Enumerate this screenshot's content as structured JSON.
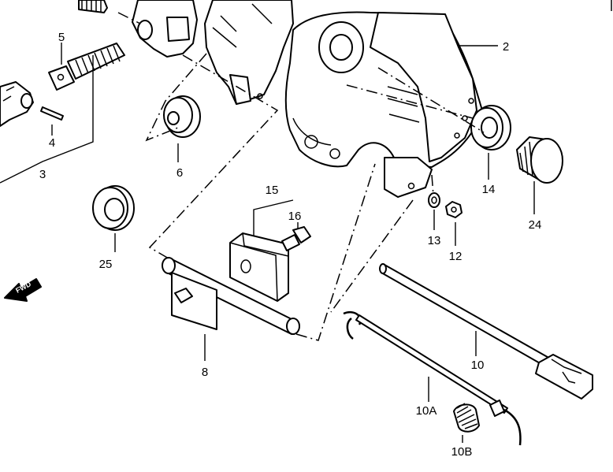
{
  "diagram": {
    "direction_label": "FWD",
    "callouts": {
      "c2": "2",
      "c3": "3",
      "c4": "4",
      "c5": "5",
      "c6": "6",
      "c8": "8",
      "c10": "10",
      "c10a": "10A",
      "c10b": "10B",
      "c12": "12",
      "c13": "13",
      "c14": "14",
      "c15": "15",
      "c16": "16",
      "c24": "24",
      "c25": "25"
    }
  }
}
